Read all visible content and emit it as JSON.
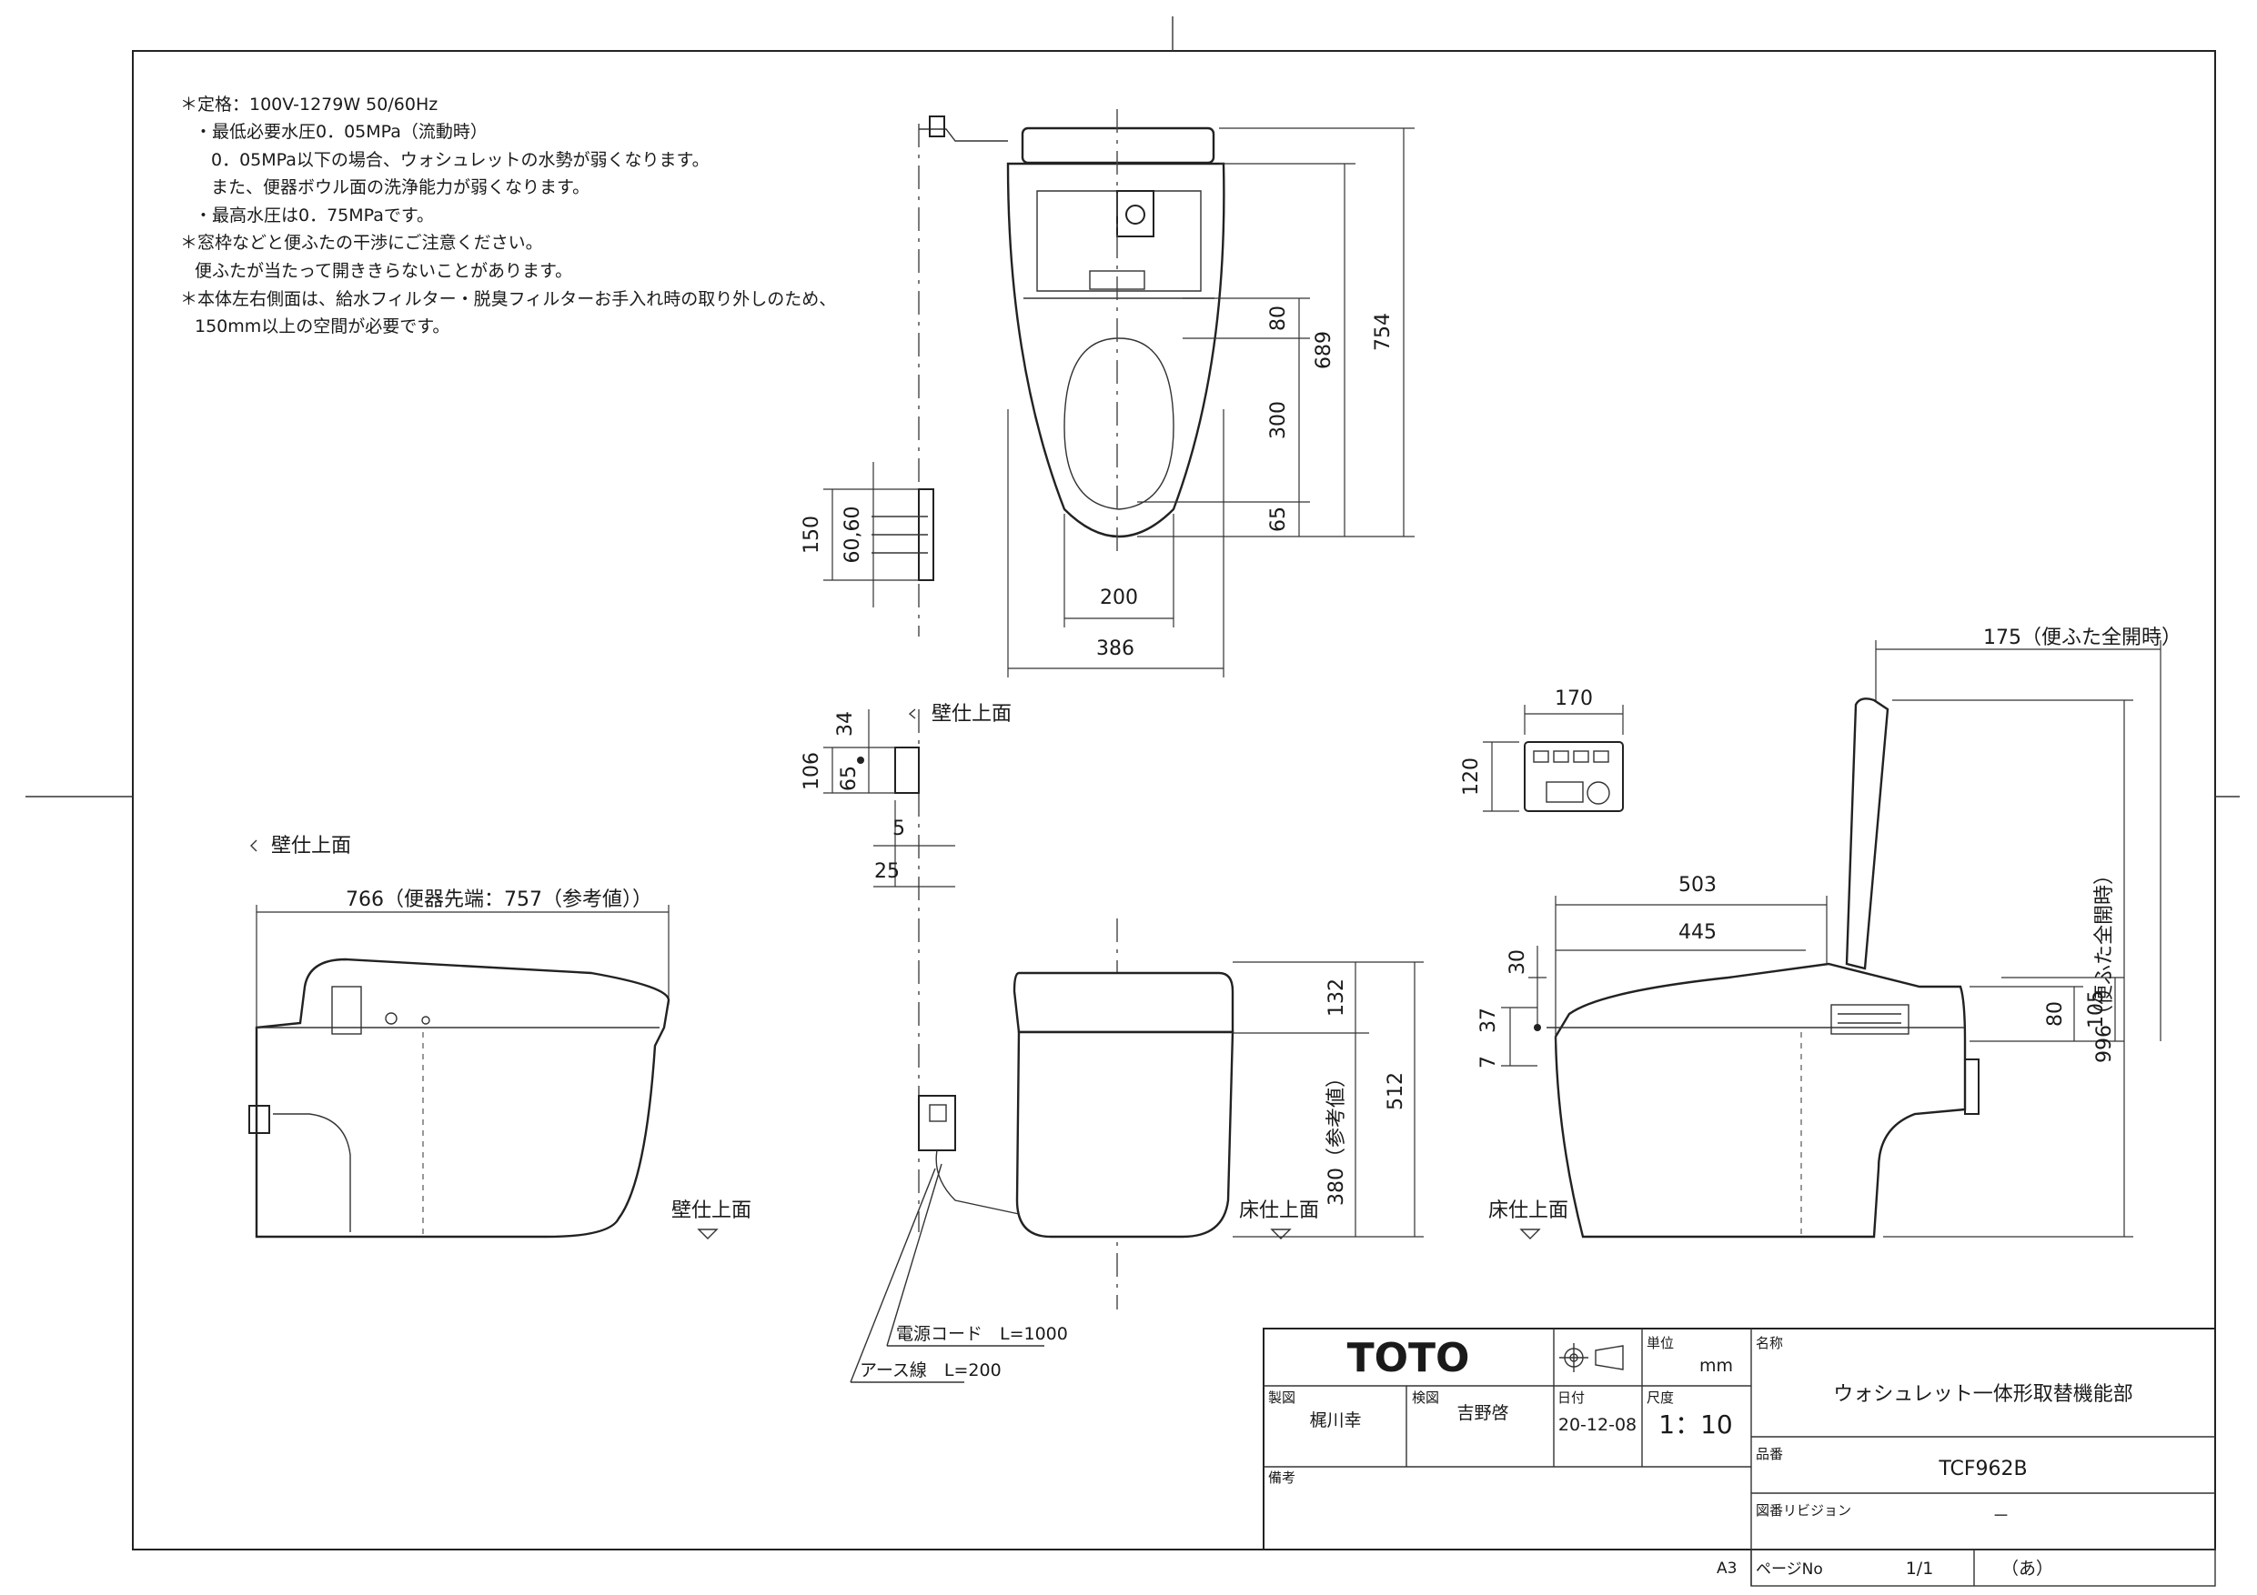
{
  "notes": [
    "＊定格：100V-1279W 50/60Hz",
    "・最低必要水圧0．05MPa（流動時）",
    "0．05MPa以下の場合、ウォシュレットの水勢が弱くなります。",
    "また、便器ボウル面の洗浄能力が弱くなります。",
    "・最高水圧は0．75MPaです。",
    "＊窓枠などと便ふたの干渉にご注意ください。",
    "便ふたが当たって開ききらないことがあります。",
    "＊本体左右側面は、給水フィルター・脱臭フィルターお手入れ時の取り外しのため、",
    "150mm以上の空間が必要です。"
  ],
  "top_view": {
    "dim_80": "80",
    "dim_300": "300",
    "dim_65": "65",
    "dim_689": "689",
    "dim_754": "754",
    "dim_200": "200",
    "dim_386": "386"
  },
  "remote_top": {
    "dim_150": "150",
    "dim_6060": "60,60"
  },
  "wall_mount": {
    "wall_label": "壁仕上面",
    "dim_34": "34",
    "dim_106": "106",
    "dim_65": "65",
    "dim_5": "5",
    "dim_25": "25"
  },
  "left_side": {
    "wall_label": "壁仕上面",
    "dim_766": "766（便器先端：757（参考値））",
    "wall_label_bottom": "壁仕上面"
  },
  "front_view": {
    "dim_132": "132",
    "dim_512": "512",
    "dim_380": "380（参考値）",
    "floor_label": "床仕上面",
    "power_cord": "電源コード　L=1000",
    "earth_wire": "アース線　L=200"
  },
  "remote": {
    "dim_170": "170",
    "dim_120": "120"
  },
  "right_side": {
    "dim_175": "175（便ふた全開時）",
    "dim_503": "503",
    "dim_445": "445",
    "dim_30": "30",
    "dim_37": "37",
    "dim_7": "7",
    "dim_80": "80",
    "dim_105": "105",
    "dim_996": "996（便ふた全開時）",
    "floor_label": "床仕上面"
  },
  "title_block": {
    "brand": "TOTO",
    "unit_label": "単位",
    "unit": "mm",
    "name_label": "名称",
    "name": "ウォシュレット一体形取替機能部",
    "drawn_label": "製図",
    "drawn": "梶川幸",
    "checked_label": "検図",
    "checked": "吉野啓",
    "date_label": "日付",
    "date": "20-12-08",
    "scale_label": "尺度",
    "scale": "1：10",
    "part_label": "品番",
    "part": "TCF962B",
    "remarks_label": "備考",
    "revision_label": "図番リビジョン",
    "revision": "－",
    "page_label": "ページNo",
    "page": "1/1",
    "page_mark": "（あ）",
    "paper": "A3"
  }
}
